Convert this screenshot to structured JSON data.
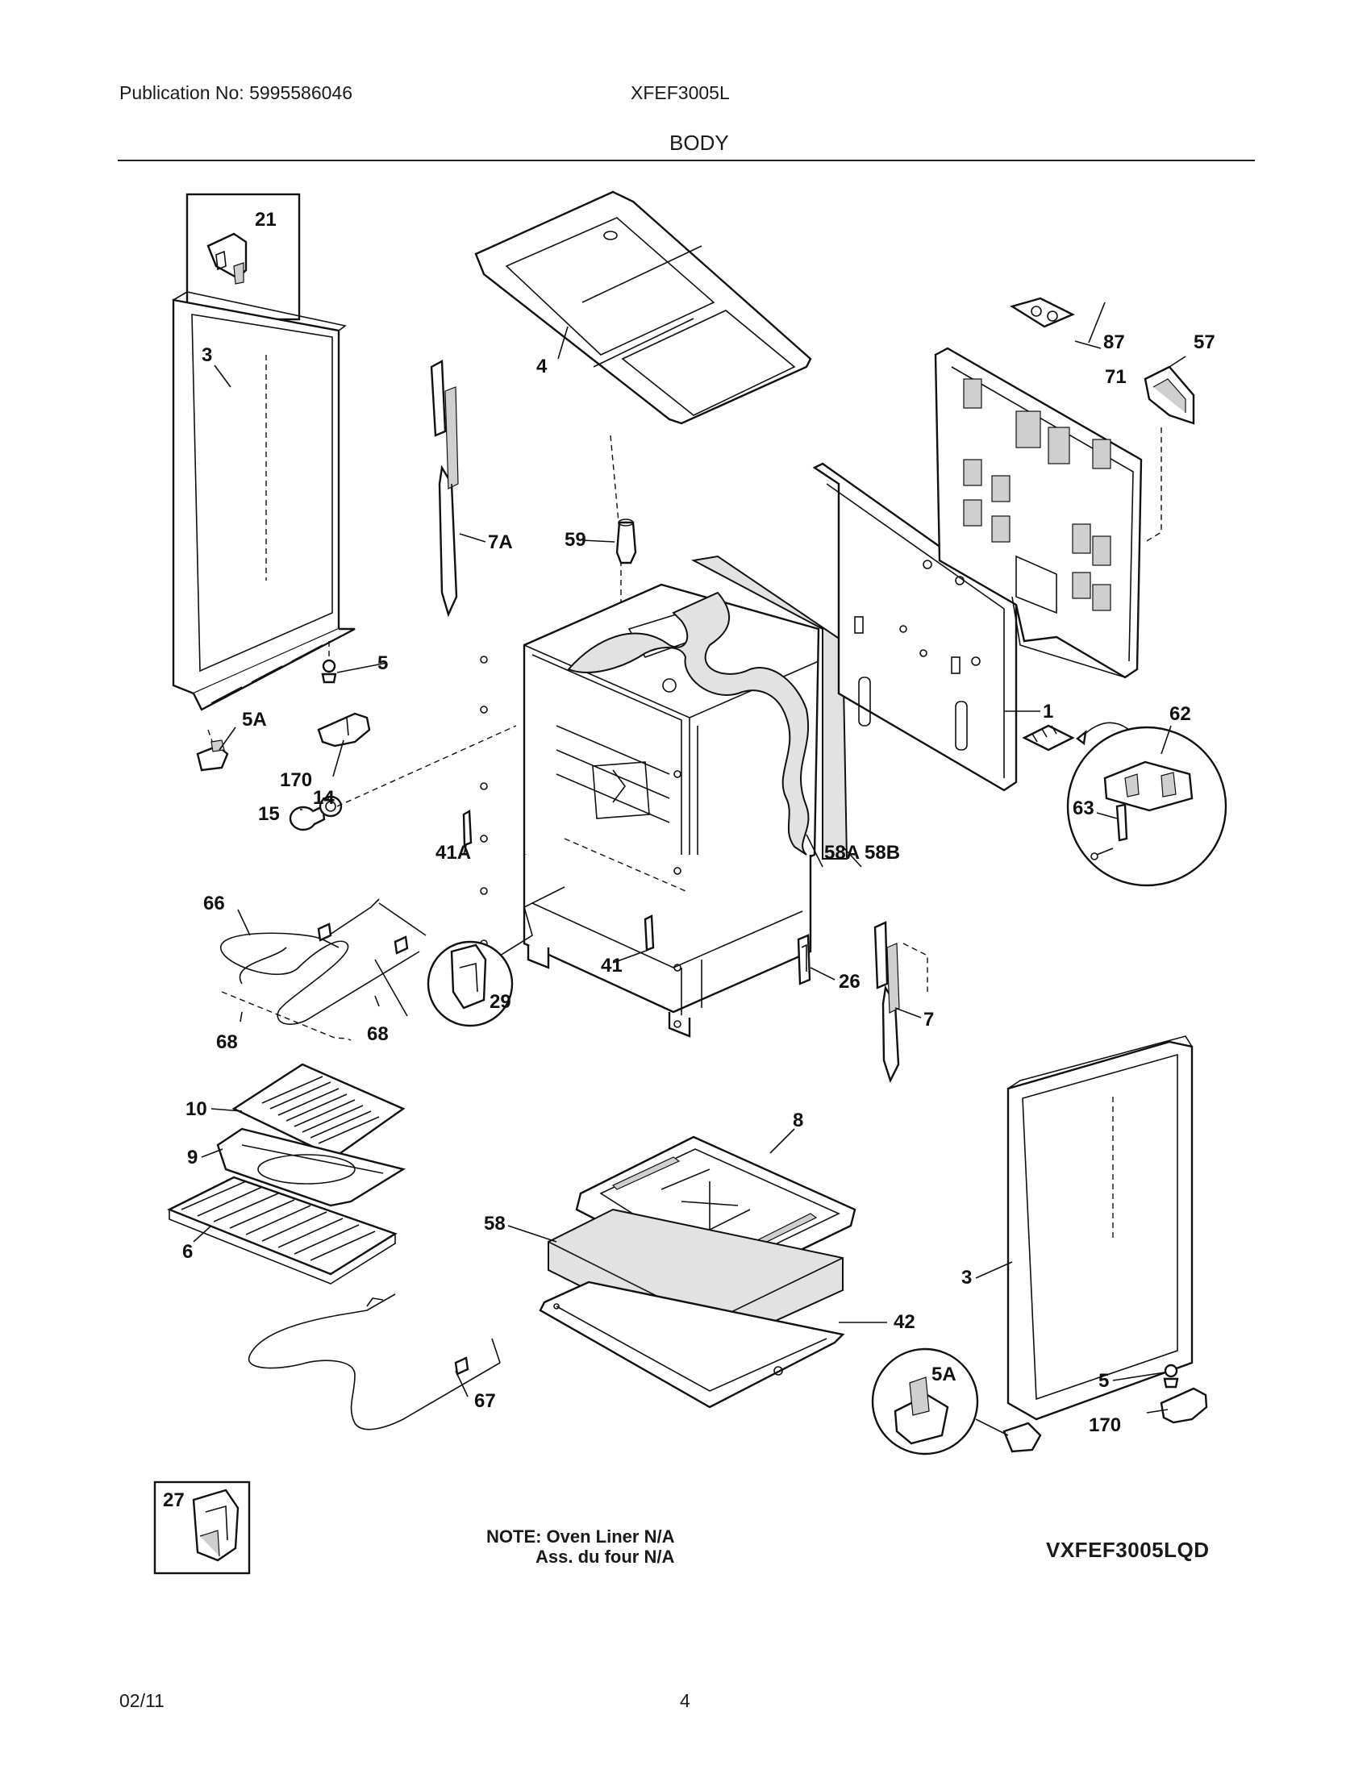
{
  "header": {
    "publication": "Publication No: 5995586046",
    "model": "XFEF3005L",
    "section": "BODY"
  },
  "callouts": {
    "c21": "21",
    "c3a": "3",
    "c4": "4",
    "c87": "87",
    "c57": "57",
    "c71": "71",
    "c7a": "7A",
    "c59": "59",
    "c5a": "5",
    "c5A1": "5A",
    "c170a": "170",
    "c14": "14",
    "c15": "15",
    "c1": "1",
    "c62": "62",
    "c63": "63",
    "c41A": "41A",
    "c58A": "58A",
    "c58B": "58B",
    "c66": "66",
    "c41": "41",
    "c26": "26",
    "c7": "7",
    "c29": "29",
    "c68a": "68",
    "c68b": "68",
    "c10": "10",
    "c8": "8",
    "c9": "9",
    "c58": "58",
    "c6": "6",
    "c3b": "3",
    "c42": "42",
    "c5A2": "5A",
    "c5b": "5",
    "c67": "67",
    "c170b": "170",
    "c27": "27"
  },
  "notes": {
    "line1": "NOTE: Oven Liner N/A",
    "line2": "Ass. du four N/A",
    "variant": "VXFEF3005LQD"
  },
  "footer": {
    "date": "02/11",
    "page": "4"
  }
}
